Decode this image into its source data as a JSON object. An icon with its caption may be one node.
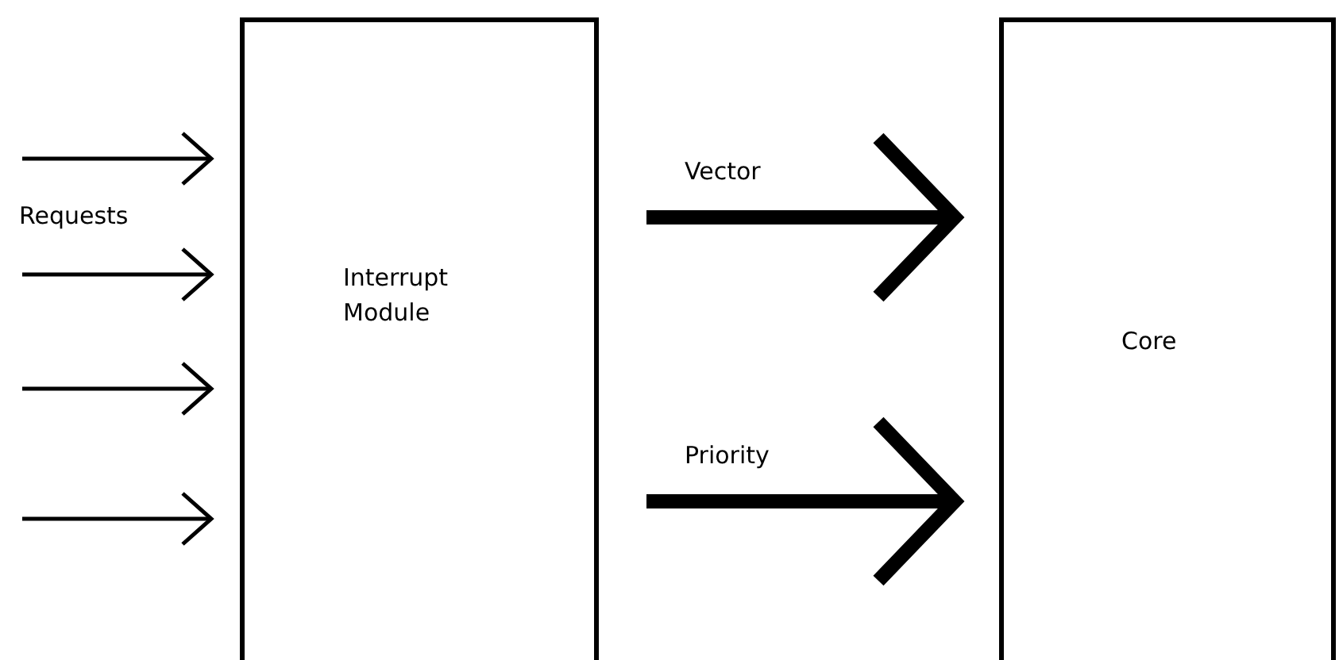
{
  "diagram": {
    "nodes": [
      {
        "text": [
          "Interrupt Module"
        ]
      },
      {
        "text": [
          "Core"
        ]
      }
    ],
    "edges": [
      {
        "from": null,
        "to": 0,
        "arrow": "to"
      },
      {
        "from": null,
        "to": 0,
        "arrow": "to"
      },
      {
        "from": null,
        "to": 0,
        "arrow": "to"
      },
      {
        "from": null,
        "to": 0,
        "arrow": "to"
      },
      {
        "from": 0,
        "to": 1,
        "arrow": "to",
        "label": "Vector",
        "style": "thick"
      },
      {
        "from": 0,
        "to": 1,
        "arrow": "to",
        "label": "Priority",
        "style": "thick"
      }
    ],
    "labels": [
      "Requests"
    ]
  }
}
